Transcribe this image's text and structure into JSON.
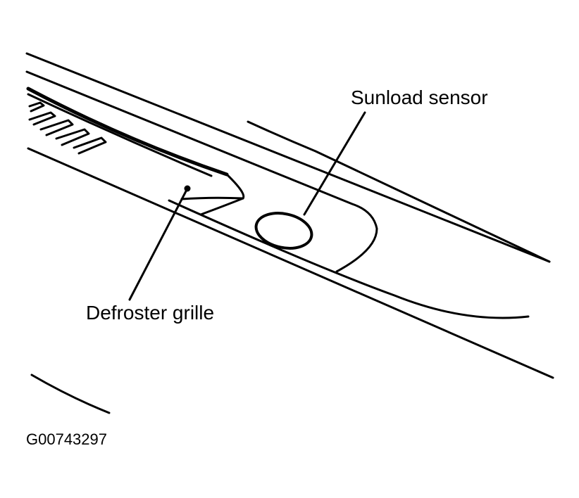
{
  "labels": {
    "sunload_sensor": "Sunload sensor",
    "defroster_grille": "Defroster grille"
  },
  "figure_id": "G00743297",
  "colors": {
    "line": "#000000",
    "background": "#ffffff"
  }
}
